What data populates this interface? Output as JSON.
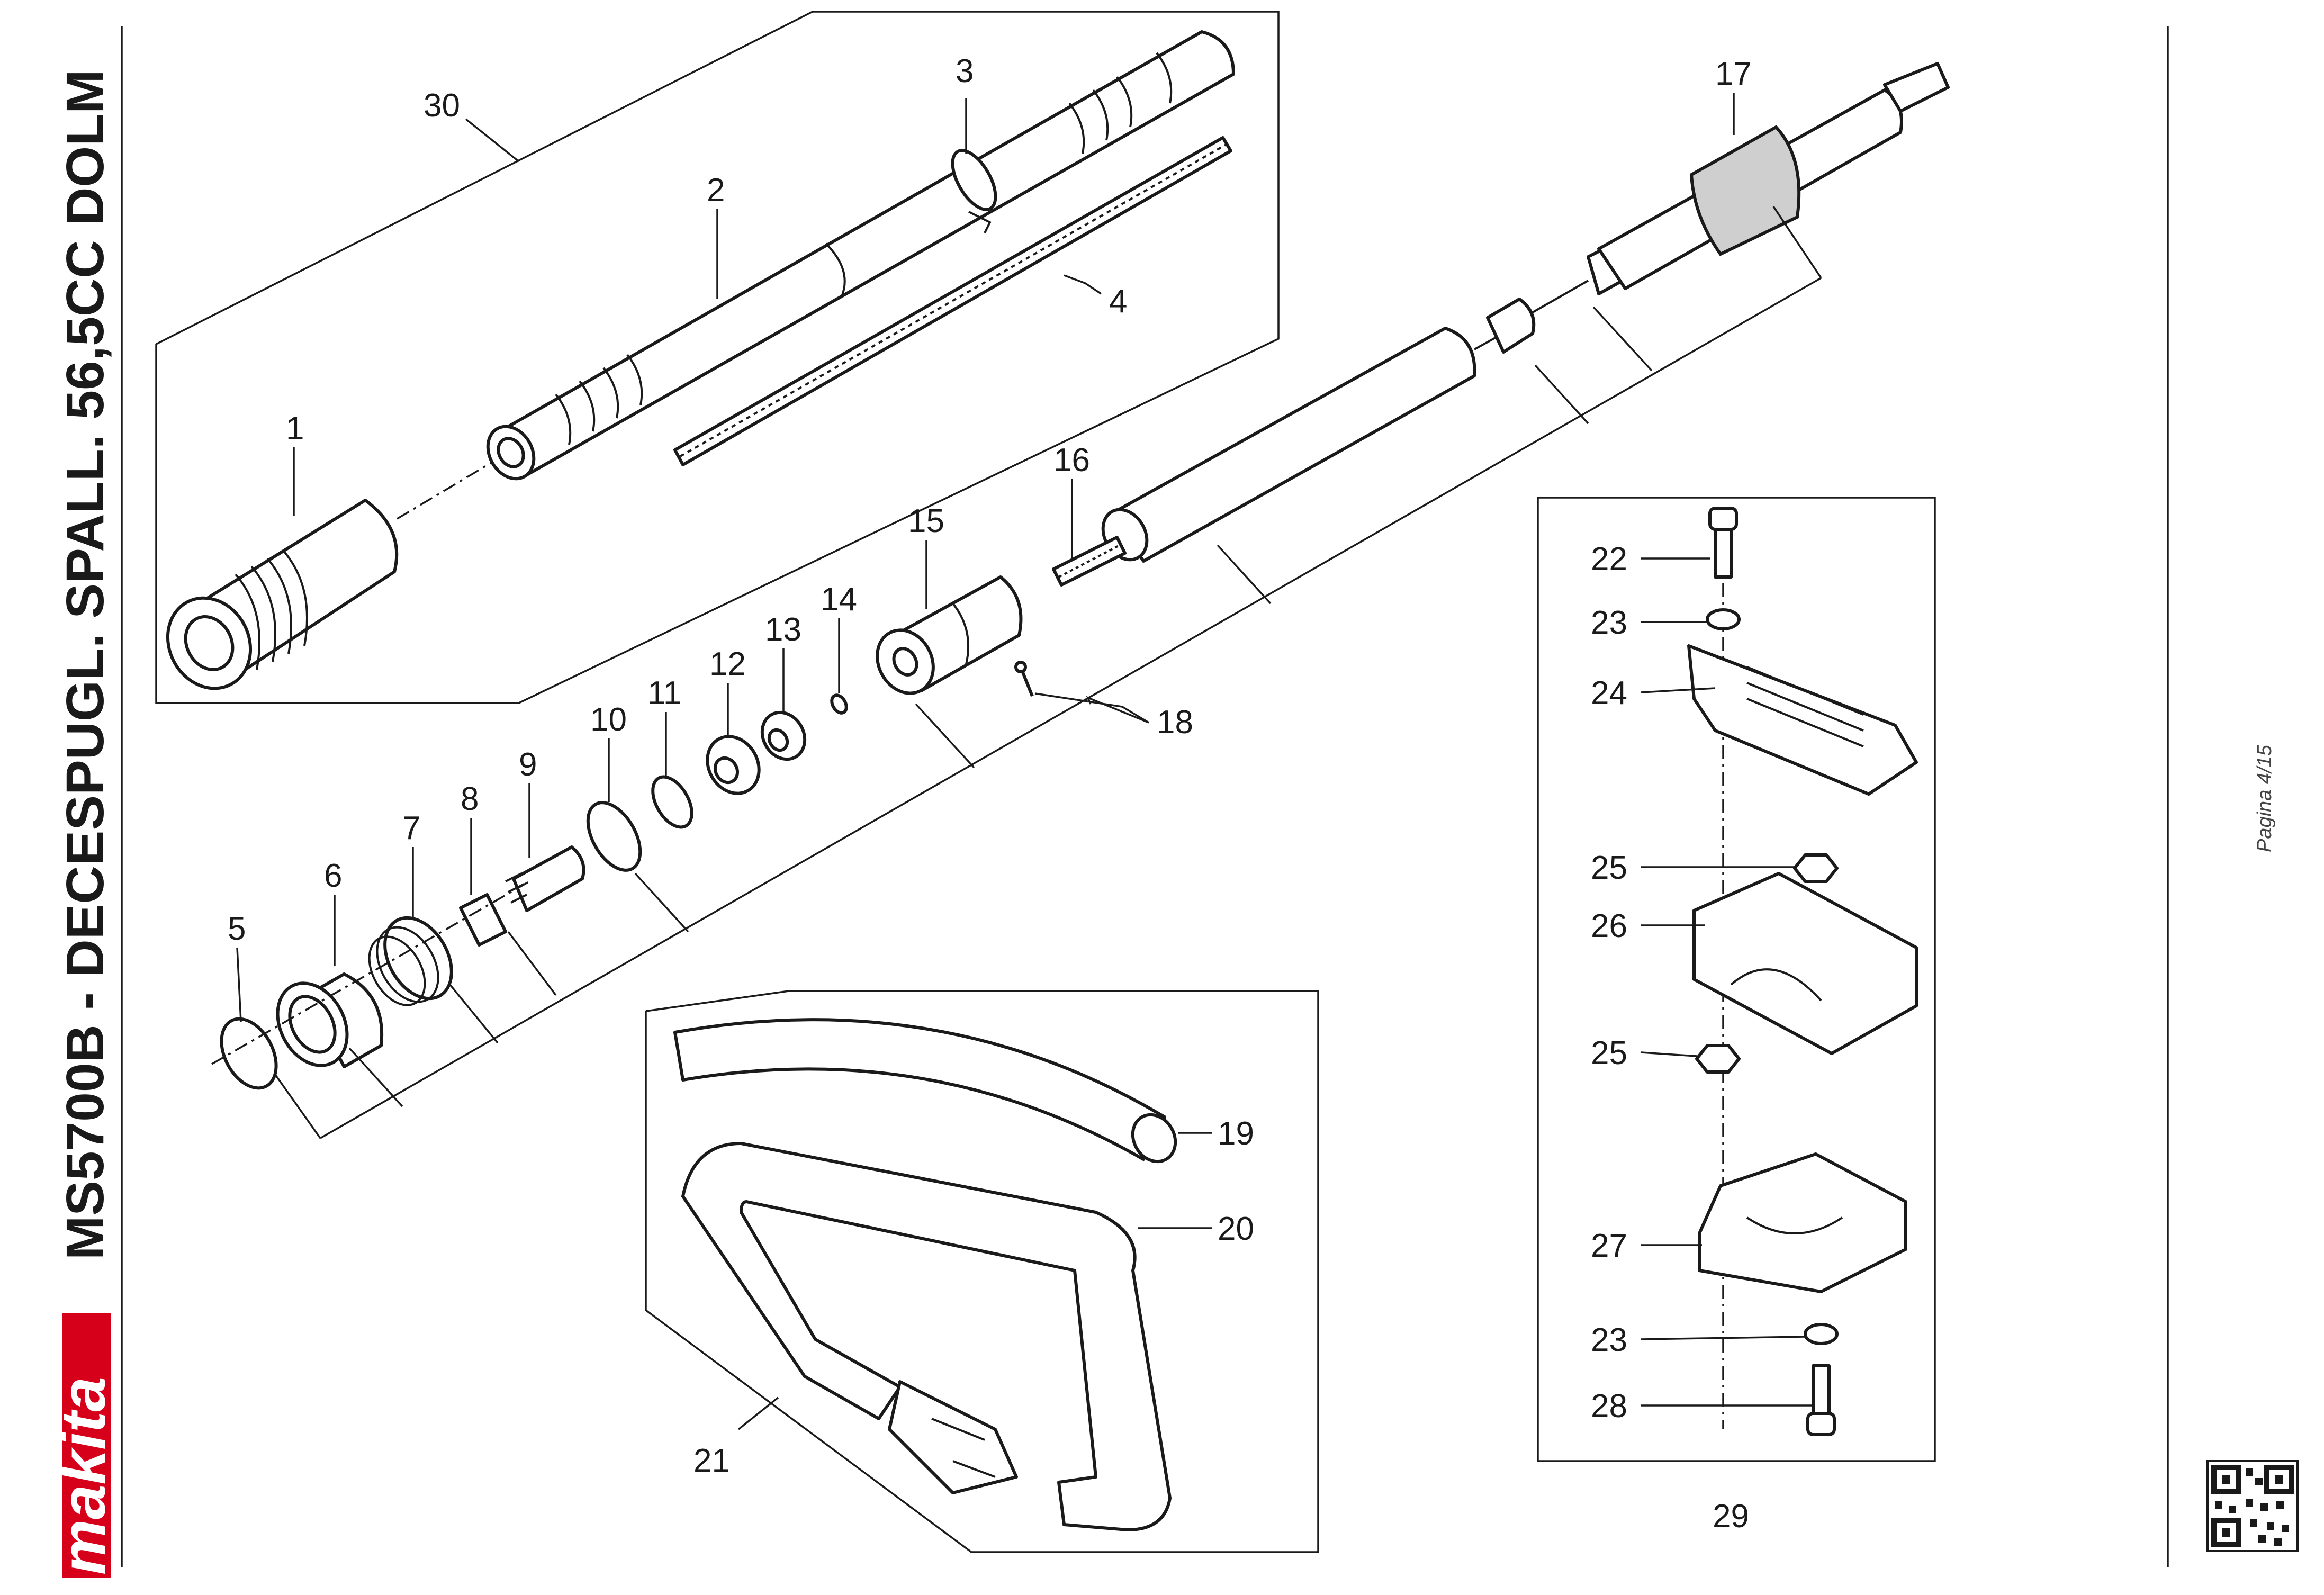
{
  "header": {
    "title": "MS5700B - DECESPUGL. SPALL. 56,5CC DOLM",
    "page_label": "Pagina 4/15"
  },
  "brand": {
    "logo_text": "makita",
    "color": "#d7001b"
  },
  "callouts": [
    {
      "id": "c1",
      "label": "1"
    },
    {
      "id": "c2",
      "label": "2"
    },
    {
      "id": "c3",
      "label": "3"
    },
    {
      "id": "c4",
      "label": "4"
    },
    {
      "id": "c5",
      "label": "5"
    },
    {
      "id": "c6",
      "label": "6"
    },
    {
      "id": "c7",
      "label": "7"
    },
    {
      "id": "c8",
      "label": "8"
    },
    {
      "id": "c9",
      "label": "9"
    },
    {
      "id": "c10",
      "label": "10"
    },
    {
      "id": "c11",
      "label": "11"
    },
    {
      "id": "c12",
      "label": "12"
    },
    {
      "id": "c13",
      "label": "13"
    },
    {
      "id": "c14",
      "label": "14"
    },
    {
      "id": "c15",
      "label": "15"
    },
    {
      "id": "c16",
      "label": "16"
    },
    {
      "id": "c17",
      "label": "17"
    },
    {
      "id": "c18",
      "label": "18"
    },
    {
      "id": "c19",
      "label": "19"
    },
    {
      "id": "c20",
      "label": "20"
    },
    {
      "id": "c21",
      "label": "21"
    },
    {
      "id": "c22",
      "label": "22"
    },
    {
      "id": "c23a",
      "label": "23"
    },
    {
      "id": "c24",
      "label": "24"
    },
    {
      "id": "c25a",
      "label": "25"
    },
    {
      "id": "c26",
      "label": "26"
    },
    {
      "id": "c25b",
      "label": "25"
    },
    {
      "id": "c27",
      "label": "27"
    },
    {
      "id": "c23b",
      "label": "23"
    },
    {
      "id": "c28",
      "label": "28"
    },
    {
      "id": "c29",
      "label": "29"
    },
    {
      "id": "c30",
      "label": "30"
    }
  ],
  "icons": {
    "qr": "qr-code-icon",
    "logo": "makita-logo"
  }
}
